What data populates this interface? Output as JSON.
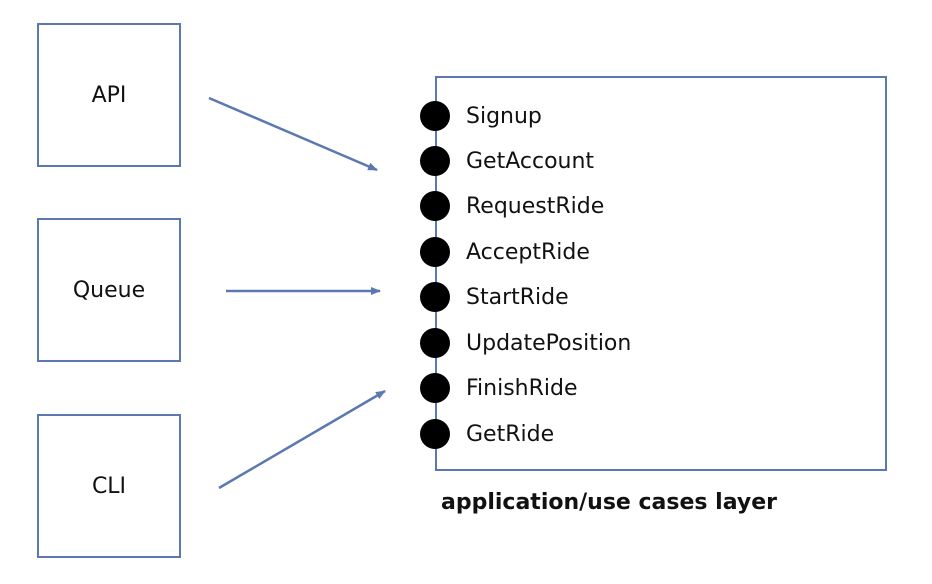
{
  "sources": {
    "api": "API",
    "queue": "Queue",
    "cli": "CLI"
  },
  "use_cases": [
    "Signup",
    "GetAccount",
    "RequestRide",
    "AcceptRide",
    "StartRide",
    "UpdatePosition",
    "FinishRide",
    "GetRide"
  ],
  "layer_caption": "application/use cases layer",
  "colors": {
    "border": "#5b78b0",
    "arrow": "#5b78b0",
    "dot": "#000000"
  }
}
